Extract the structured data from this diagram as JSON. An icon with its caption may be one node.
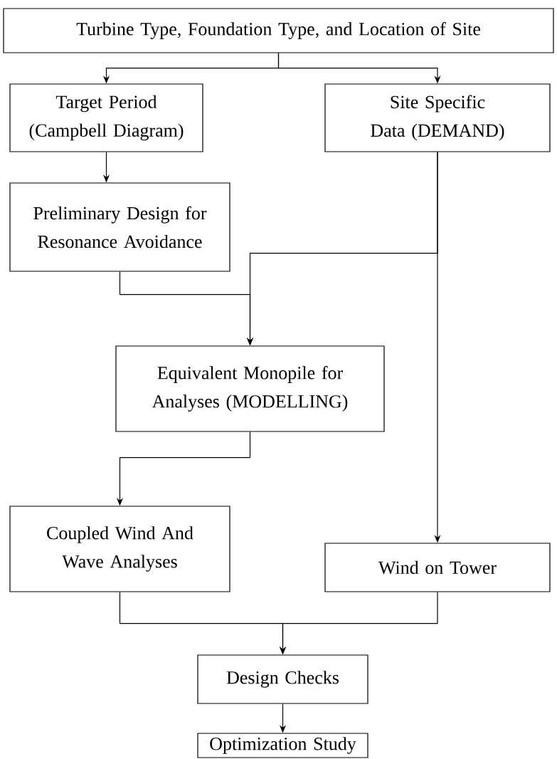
{
  "diagram": {
    "nodes": [
      {
        "text": [
          "Turbine Type, Foundation Type, and Location of Site"
        ]
      },
      {
        "text": [
          "Target Period (Campbell Diagram)"
        ]
      },
      {
        "text": [
          "Site Specific Data (DEMAND)"
        ]
      },
      {
        "text": [
          "Preliminary Design for Resonance Avoidance"
        ]
      },
      {
        "text": [
          "Equivalent Monopile for Analyses (MODELLING)"
        ]
      },
      {
        "text": [
          "Coupled Wind And Wave Analyses"
        ]
      },
      {
        "text": [
          "Wind on Tower"
        ]
      },
      {
        "text": [
          "Design Checks"
        ]
      },
      {
        "text": [
          "Optimization Study"
        ]
      }
    ],
    "edges": [
      {
        "from": 0,
        "to": 1,
        "arrow": "to"
      },
      {
        "from": 0,
        "to": 2,
        "arrow": "to"
      },
      {
        "from": 1,
        "to": 3,
        "arrow": "to"
      },
      {
        "from": 2,
        "to": 4,
        "arrow": "to"
      },
      {
        "from": 3,
        "to": 4,
        "arrow": "to"
      },
      {
        "from": 2,
        "to": 6,
        "arrow": "to"
      },
      {
        "from": 4,
        "to": 5,
        "arrow": "to"
      },
      {
        "from": 5,
        "to": 7,
        "arrow": "to"
      },
      {
        "from": 6,
        "to": 7,
        "arrow": "to"
      },
      {
        "from": 7,
        "to": 8,
        "arrow": "to"
      }
    ]
  }
}
